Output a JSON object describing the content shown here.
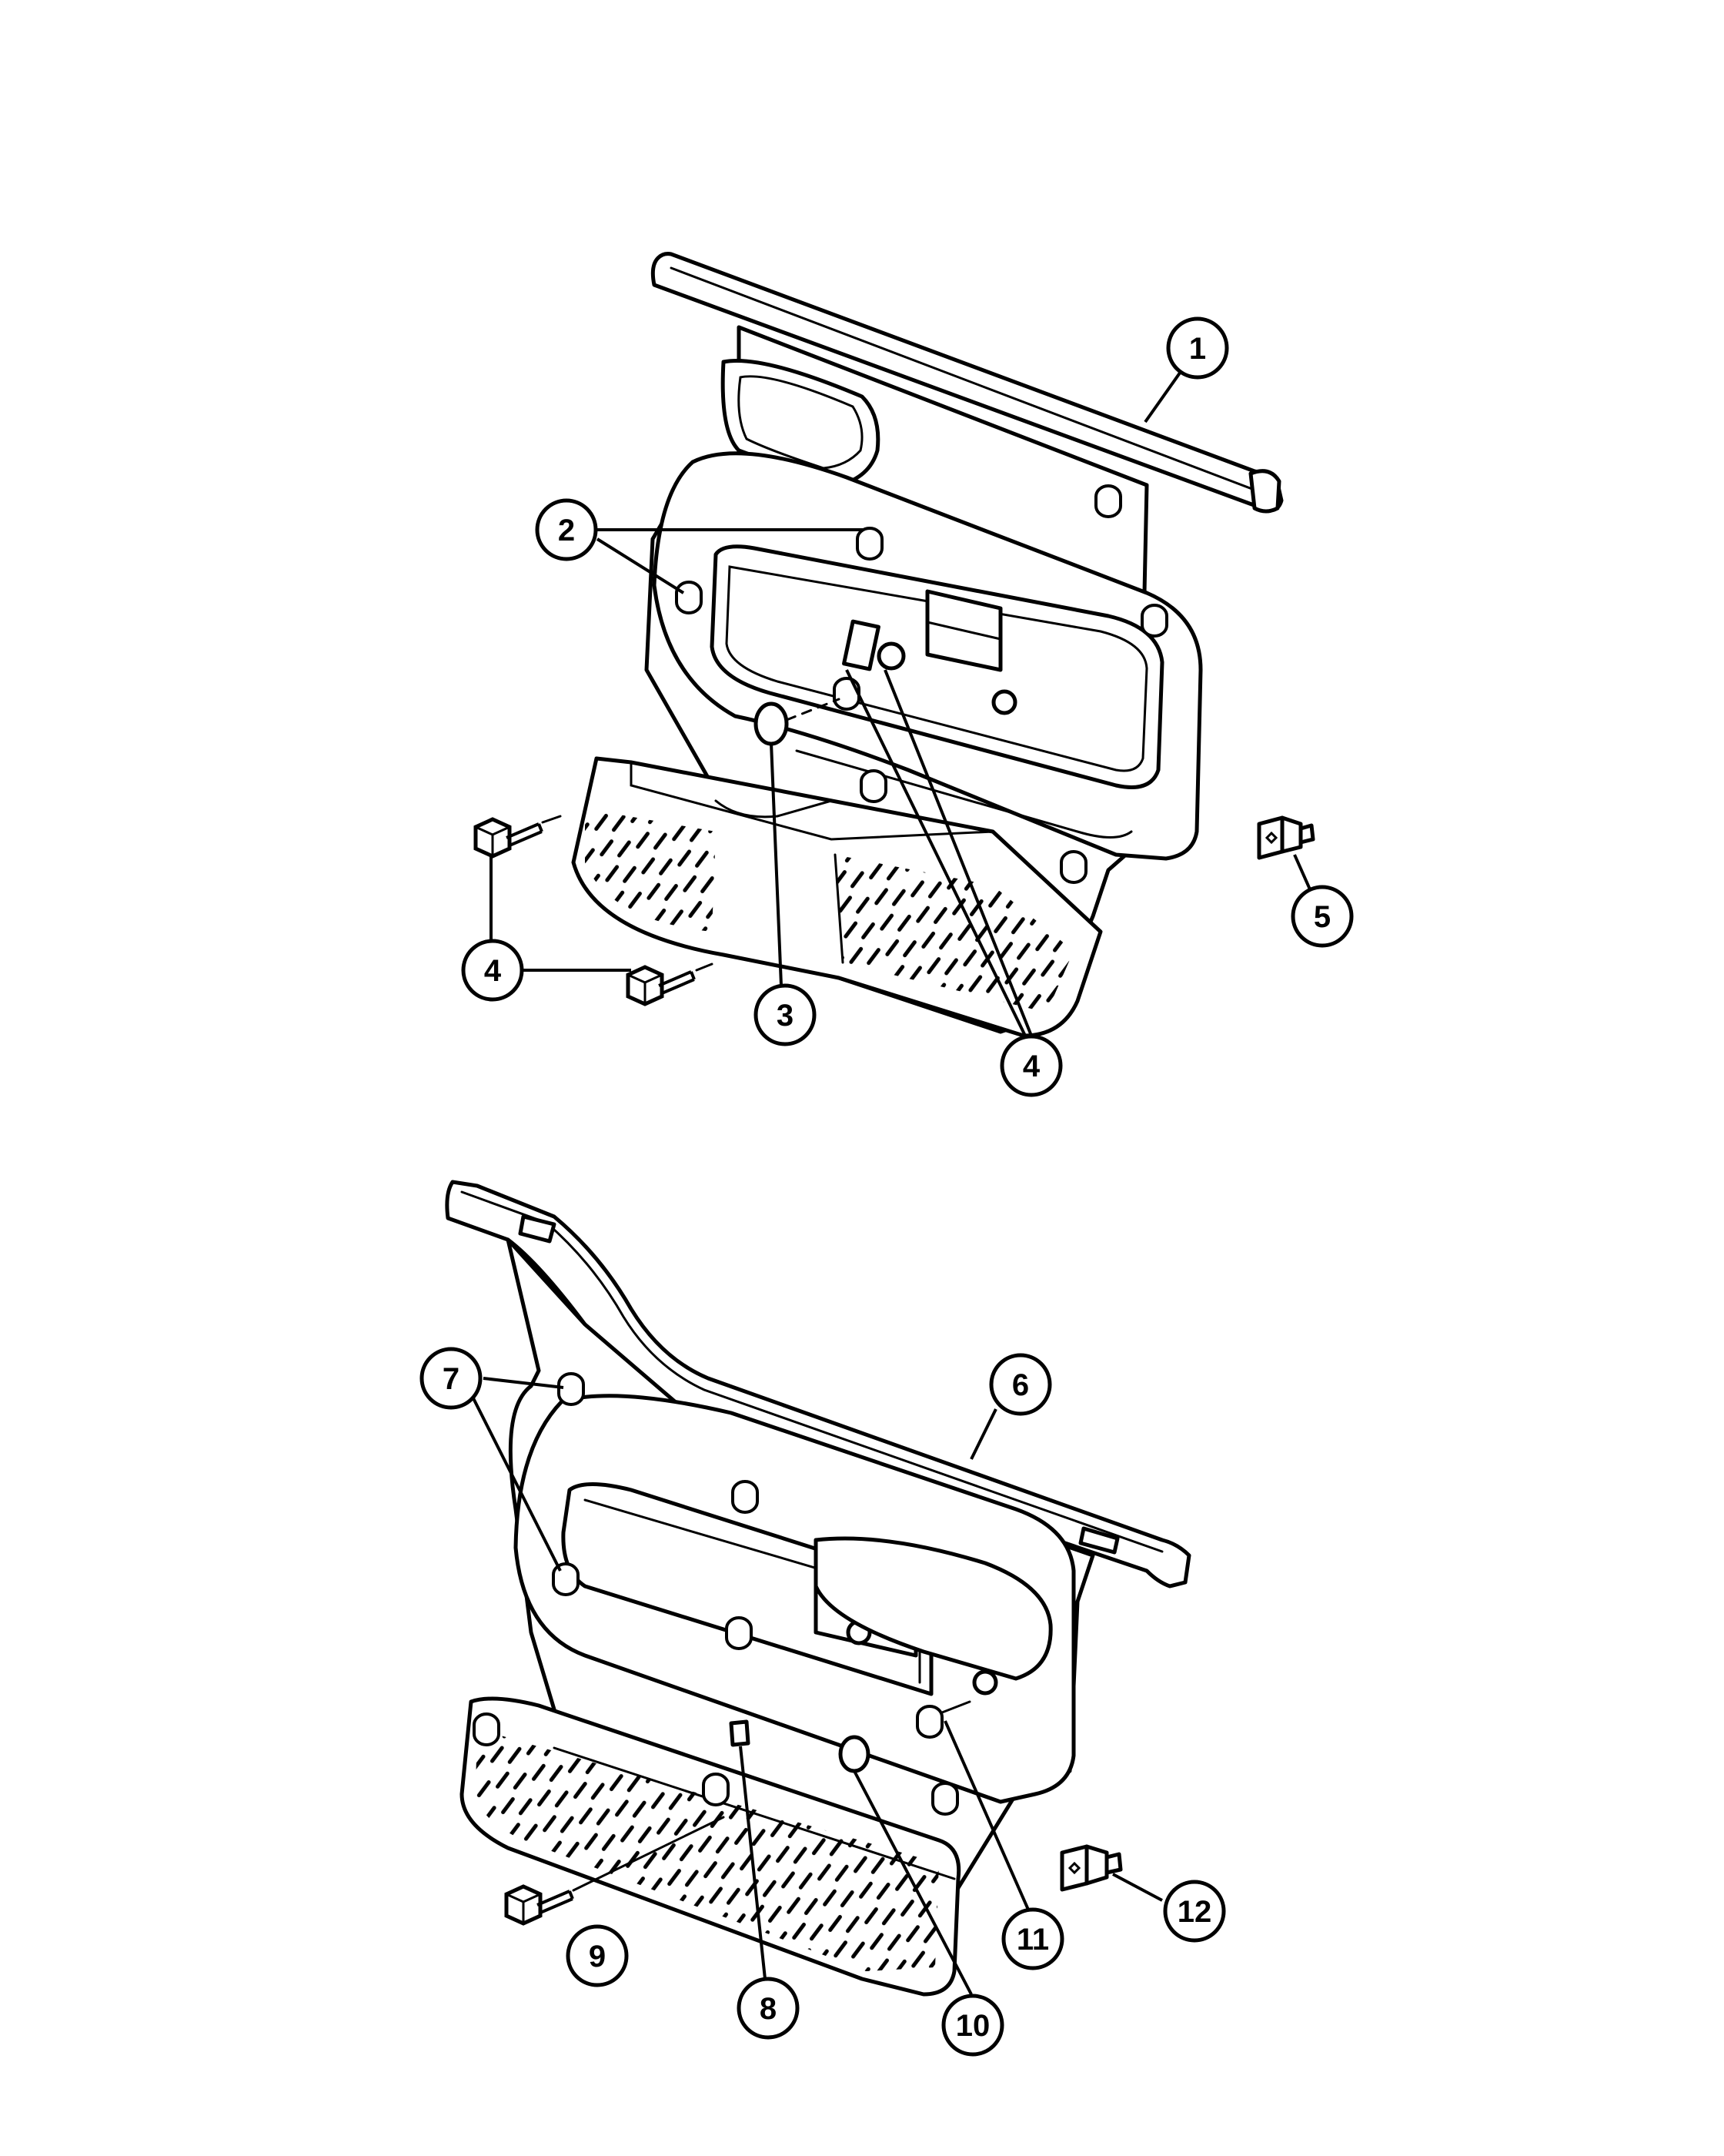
{
  "callouts": {
    "c1": "1",
    "c2": "2",
    "c3": "3",
    "c4a": "4",
    "c4b": "4",
    "c5": "5",
    "c6": "6",
    "c7": "7",
    "c8": "8",
    "c9": "9",
    "c10": "10",
    "c11": "11",
    "c12": "12"
  },
  "icons": {
    "fastener": "bolt-icon",
    "clip": "push-clip-icon",
    "plug": "hole-plug-icon"
  }
}
